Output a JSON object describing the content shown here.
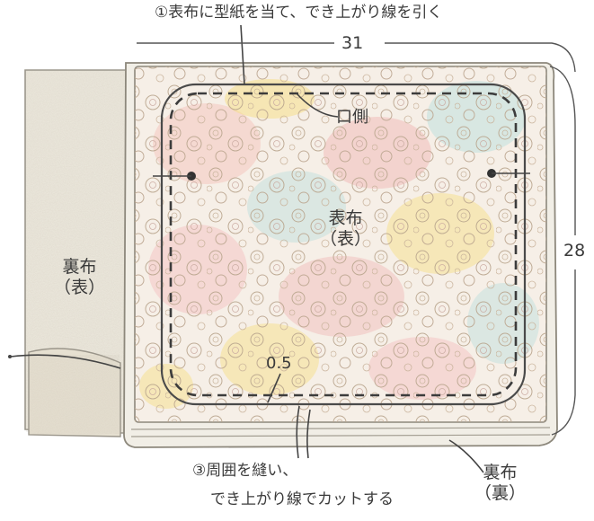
{
  "instruction_1": "①表布に型紙を当て、でき上がり線を引く",
  "dimension_width": "31",
  "dimension_height": "28",
  "label_mouth_side": "口側",
  "outer_fabric_label": "表布",
  "outer_fabric_side": "（表）",
  "lining_front_label": "裏布",
  "lining_front_side": "（表）",
  "seam_allowance": "0.5",
  "instruction_3_line1": "③周囲を縫い、",
  "instruction_3_line2": "でき上がり線でカットする",
  "lining_back_label": "裏布",
  "lining_back_side": "（裏）"
}
